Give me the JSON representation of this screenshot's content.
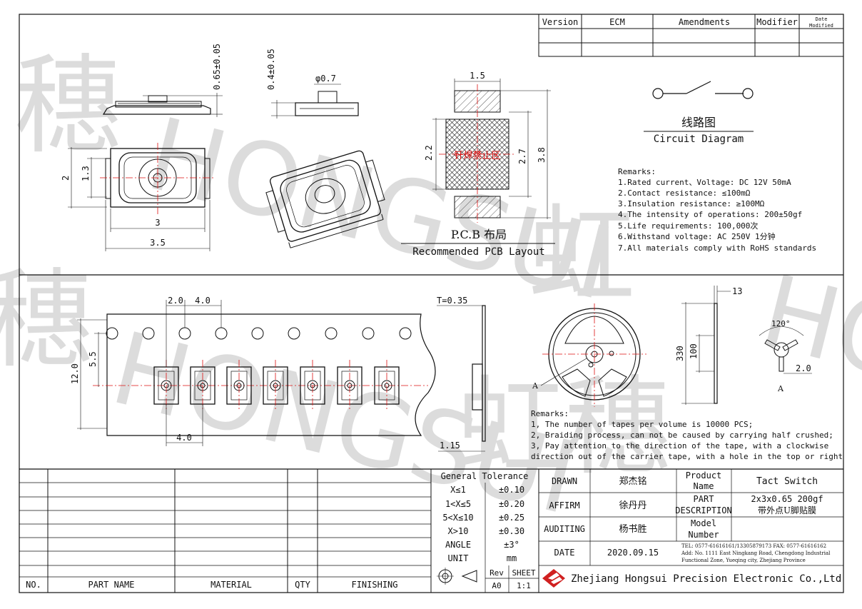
{
  "revision_table": {
    "headers": [
      "Version",
      "ECM",
      "Amendments",
      "Modifier",
      "Date",
      "Modified"
    ]
  },
  "circuit": {
    "title_cn": "线路图",
    "title_en": "Circuit Diagram"
  },
  "specs": {
    "title": "Remarks:",
    "items": [
      "1.Rated current、Voltage: DC 12V 50mA",
      "2.Contact resistance: ≤100mΩ",
      "3.Insulation resistance: ≥100MΩ",
      "4.The intensity of operations: 200±50gf",
      "5.Life requirements: 100,000次",
      "6.Withstand voltage: AC 250V 1分钟",
      "7.All materials comply with RoHS standards"
    ]
  },
  "pcb": {
    "title_cn": "P.C.B 布局",
    "title_en": "Recommended PCB Layout",
    "note": "钎焊禁止区",
    "dims": {
      "width": "1.5",
      "height_inner": "2.2",
      "height_mid": "2.7",
      "height_total": "3.8"
    }
  },
  "part_dims": {
    "h1": "0.65±0.05",
    "h2": "0.4±0.05",
    "dia": "φ0.7",
    "w": "2",
    "w2": "1.3",
    "l": "3",
    "l2": "3.5"
  },
  "tape": {
    "dims": {
      "pitch_hole": "2.0",
      "pitch_pocket": "4.0",
      "offset": "5.5",
      "width": "12.0",
      "pitch_bottom": "4.0",
      "thickness": "T=0.35",
      "depth": "1.15"
    }
  },
  "reel": {
    "dims": {
      "width": "13",
      "outer": "330",
      "hub": "100",
      "angle": "120°",
      "slot": "2.0"
    },
    "marker": "A"
  },
  "tape_remarks": {
    "title": "Remarks:",
    "items": [
      "1, The number of tapes per volume is 10000 PCS;",
      "2, Braiding process, can not be caused by carrying half crushed;",
      "3, Pay attention to the direction of the tape, with a clockwise",
      "direction out of the carrier tape, with a hole in the top or right"
    ]
  },
  "bom_headers": [
    "NO.",
    "PART NAME",
    "MATERIAL",
    "QTY",
    "FINISHING"
  ],
  "tolerance": {
    "title": "General Tolerance",
    "rows": [
      [
        "X≤1",
        "±0.10"
      ],
      [
        "1<X≤5",
        "±0.20"
      ],
      [
        "5<X≤10",
        "±0.25"
      ],
      [
        "X>10",
        "±0.30"
      ],
      [
        "ANGLE",
        "±3°"
      ],
      [
        "UNIT",
        "mm"
      ]
    ],
    "rev_label": "Rev",
    "rev_value": "A0",
    "sheet_label": "SHEET",
    "sheet_value": "1:1"
  },
  "approvals": [
    {
      "role": "DRAWN",
      "name": "郑杰铭"
    },
    {
      "role": "AFFIRM",
      "name": "徐丹丹"
    },
    {
      "role": "AUDITING",
      "name": "杨书胜"
    },
    {
      "role": "DATE",
      "name": "2020.09.15"
    }
  ],
  "product": {
    "name_label_1": "Product",
    "name_label_2": "Name",
    "name": "Tact Switch",
    "desc_label_1": "PART",
    "desc_label_2": "DESCRIPTION",
    "desc_1": "2x3x0.65 200gf",
    "desc_2": "带外点U脚贴膜",
    "model_label_1": "Model",
    "model_label_2": "Number",
    "model": ""
  },
  "contact": {
    "line1": "TEL: 0577-61616161/13305879173   FAX: 0577-61616162",
    "line2": "Add: No. 1111 East Ningkang Road, Chengdong Industrial",
    "line3": "Functional Zone, Yueqing city, Zhejiang Province"
  },
  "company": "Zhejiang Hongsui Precision Electronic Co.,Ltd",
  "watermark": {
    "text_1": "穗",
    "text_2": "HONGSUI",
    "text_3": "虹",
    "text_4": "穗",
    "text_5": "HONGSUI",
    "text_6": "虹穗",
    "text_7": "HONGSUI"
  },
  "colors": {
    "line": "#111111",
    "center": "#dd1111",
    "watermark": "#dcdcdc",
    "logo": "#d02020"
  }
}
